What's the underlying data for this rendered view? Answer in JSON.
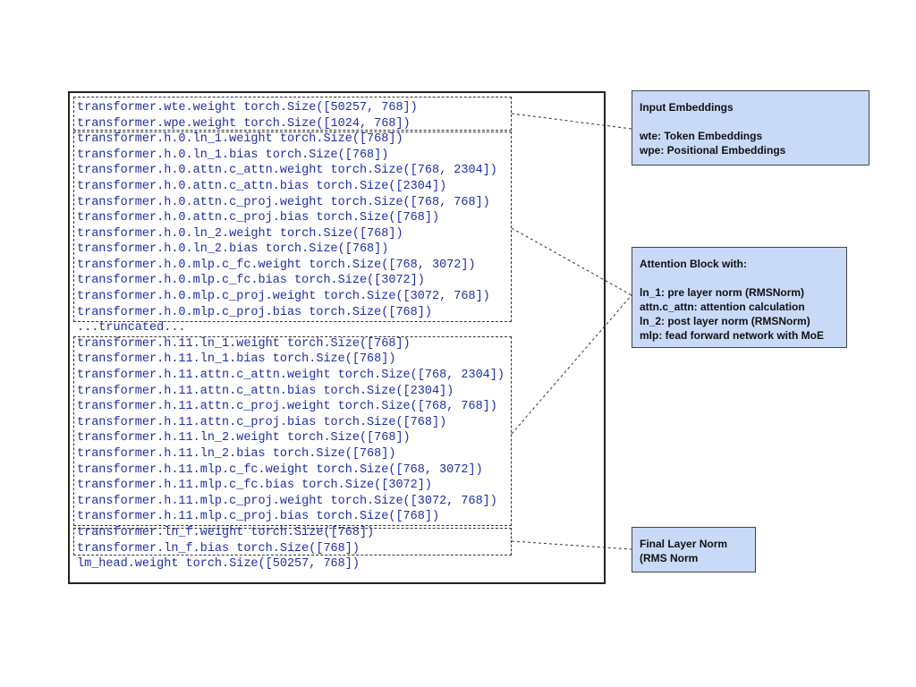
{
  "code_lines": [
    "transformer.wte.weight torch.Size([50257, 768])",
    "transformer.wpe.weight torch.Size([1024, 768])",
    "transformer.h.0.ln_1.weight torch.Size([768])",
    "transformer.h.0.ln_1.bias torch.Size([768])",
    "transformer.h.0.attn.c_attn.weight torch.Size([768, 2304])",
    "transformer.h.0.attn.c_attn.bias torch.Size([2304])",
    "transformer.h.0.attn.c_proj.weight torch.Size([768, 768])",
    "transformer.h.0.attn.c_proj.bias torch.Size([768])",
    "transformer.h.0.ln_2.weight torch.Size([768])",
    "transformer.h.0.ln_2.bias torch.Size([768])",
    "transformer.h.0.mlp.c_fc.weight torch.Size([768, 3072])",
    "transformer.h.0.mlp.c_fc.bias torch.Size([3072])",
    "transformer.h.0.mlp.c_proj.weight torch.Size([3072, 768])",
    "transformer.h.0.mlp.c_proj.bias torch.Size([768])",
    "...truncated...",
    "transformer.h.11.ln_1.weight torch.Size([768])",
    "transformer.h.11.ln_1.bias torch.Size([768])",
    "transformer.h.11.attn.c_attn.weight torch.Size([768, 2304])",
    "transformer.h.11.attn.c_attn.bias torch.Size([2304])",
    "transformer.h.11.attn.c_proj.weight torch.Size([768, 768])",
    "transformer.h.11.attn.c_proj.bias torch.Size([768])",
    "transformer.h.11.ln_2.weight torch.Size([768])",
    "transformer.h.11.ln_2.bias torch.Size([768])",
    "transformer.h.11.mlp.c_fc.weight torch.Size([768, 3072])",
    "transformer.h.11.mlp.c_fc.bias torch.Size([3072])",
    "transformer.h.11.mlp.c_proj.weight torch.Size([3072, 768])",
    "transformer.h.11.mlp.c_proj.bias torch.Size([768])",
    "transformer.ln_f.weight torch.Size([768])",
    "transformer.ln_f.bias torch.Size([768])",
    "lm_head.weight torch.Size([50257, 768])"
  ],
  "annotations": {
    "input_embeddings": {
      "title": "Input Embeddings",
      "lines": [
        "",
        "wte: Token Embeddings",
        "wpe: Positional Embeddings"
      ]
    },
    "attention_block": {
      "title": "Attention Block with:",
      "lines": [
        "",
        "ln_1: pre layer norm (RMSNorm)",
        "attn.c_attn: attention calculation",
        "ln_2: post layer norm (RMSNorm)",
        "mlp: fead forward network with MoE"
      ]
    },
    "final_layer_norm": {
      "title": "Final Layer Norm",
      "lines": [
        "(RMS Norm"
      ]
    }
  },
  "colors": {
    "code_text": "#1c2fa6",
    "note_fill": "#c9daf8",
    "border": "#222222"
  }
}
